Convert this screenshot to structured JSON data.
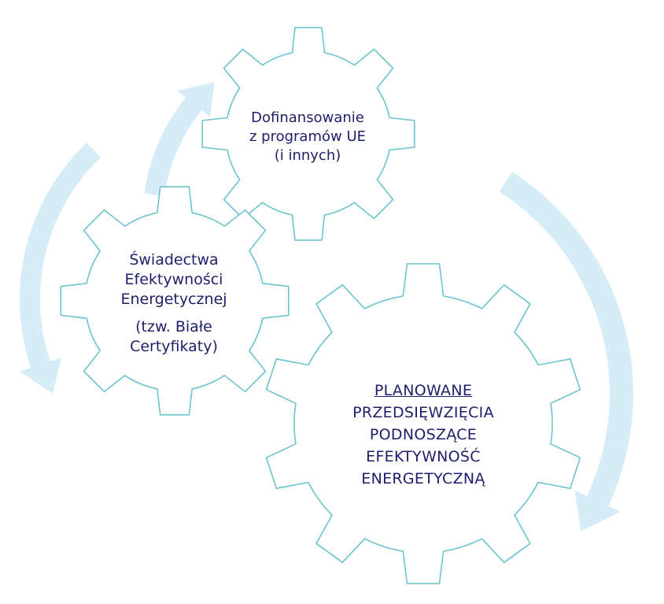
{
  "colors": {
    "gear_outline": "#6cc4ce",
    "arrow_fill": "#d6edf7",
    "text": "#1e1f6b"
  },
  "gears": {
    "top": {
      "line1": "Dofinansowanie",
      "line2": "z programów UE",
      "line3": "(i innych)"
    },
    "left": {
      "line1": "Świadectwa",
      "line2": "Efektywności",
      "line3": "Energetycznej",
      "line4": "(tzw. Białe",
      "line5": "Certyfikaty)"
    },
    "bottom": {
      "line1": "PLANOWANE",
      "line2": "PRZEDSIĘWZIĘCIA",
      "line3": "PODNOSZĄCE",
      "line4": "EFEKTYWNOŚĆ",
      "line5": "ENERGETYCZNĄ"
    }
  },
  "arrows": [
    {
      "name": "arrow-top-left",
      "direction": "up"
    },
    {
      "name": "arrow-left",
      "direction": "down"
    },
    {
      "name": "arrow-right",
      "direction": "down"
    }
  ]
}
